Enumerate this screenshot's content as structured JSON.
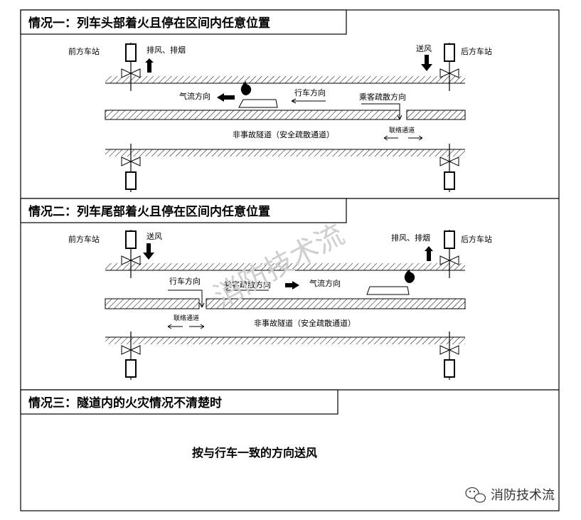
{
  "case1": {
    "title": "情况一：列车头部着火且停在区间内任意位置",
    "front_station": "前方车站",
    "rear_station": "后方车站",
    "exhaust_label": "排风、排烟",
    "supply_label": "送风",
    "airflow_label": "气流方向",
    "train_dir_label": "行车方向",
    "evac_label": "乘客疏散方向",
    "cross_passage_label": "联络通道",
    "non_incident_label": "非事故隧道（安全疏散通道）"
  },
  "case2": {
    "title": "情况二：列车尾部着火且停在区间内任意位置",
    "front_station": "前方车站",
    "rear_station": "后方车站",
    "supply_label": "送风",
    "exhaust_label": "排风、排烟",
    "train_dir_label": "行车方向",
    "evac_label": "乘客疏散方向",
    "airflow_label": "气流方向",
    "cross_passage_label": "联络通道",
    "non_incident_label": "非事故隧道（安全疏散通道）"
  },
  "case3": {
    "title": "情况三：隧道内的火灾情况不清楚时",
    "instruction": "按与行车一致的方向送风"
  },
  "watermark": {
    "center_text": "消防技术流",
    "corner_text": "消防技术流"
  }
}
